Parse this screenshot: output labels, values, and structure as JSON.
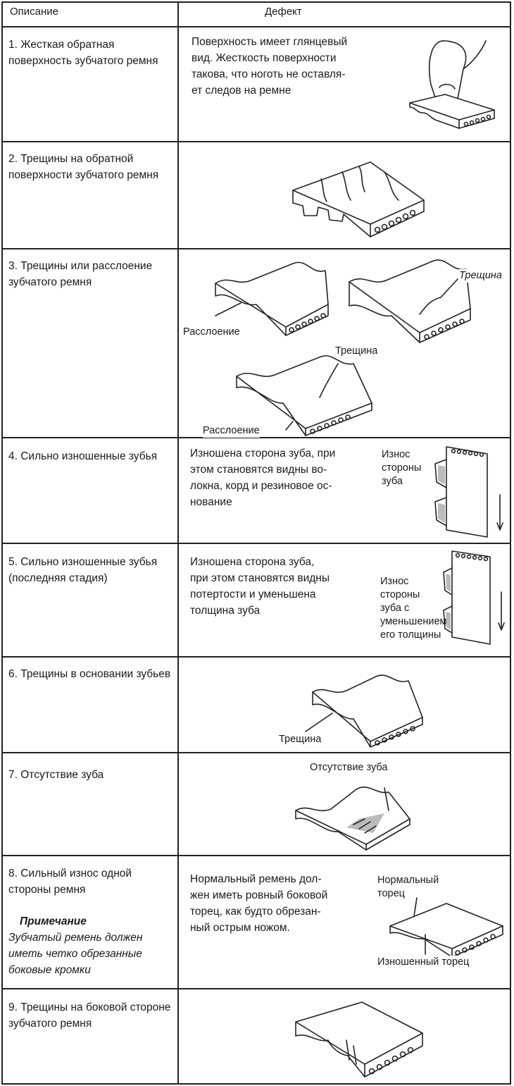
{
  "header": {
    "description": "Описание",
    "defect": "Дефект"
  },
  "rows": [
    {
      "description": "1. Жесткая обратная поверхность зубчатого ремня",
      "defect_lines": [
        "Поверхность имеет глянцевый",
        "вид. Жесткость поверхности",
        "такова, что ноготь не оставля-",
        "ет следов на ремне"
      ]
    },
    {
      "description": "2. Трещины на обратной поверхности зубчатого ремня"
    },
    {
      "description": "3. Трещины или расслоение зубчатого ремня",
      "labels": {
        "crack_1": "Трещина",
        "delam_1": "Расслоение",
        "crack_2": "Трещина",
        "delam_2": "Расслоение"
      }
    },
    {
      "description": "4. Сильно изношенные зубья",
      "defect_lines": [
        "Изношена сторона зуба, при",
        "этом становятся видны во-",
        "локна, корд и резиновое ос-",
        "нование"
      ],
      "side_label_lines": [
        "Износ",
        "стороны",
        "зуба"
      ]
    },
    {
      "description": "5. Сильно изношенные зубья (последняя стадия)",
      "defect_lines": [
        "Изношена сторона зуба,",
        "при этом становятся видны",
        "потертости и уменьшена",
        "толщина зуба"
      ],
      "side_label_lines": [
        "Износ",
        "стороны",
        "зуба с",
        "уменьшением",
        "его толщины"
      ]
    },
    {
      "description": "6. Трещины в основании зубьев",
      "labels": {
        "crack": "Трещина"
      }
    },
    {
      "description": "7. Отсутствие зуба",
      "labels": {
        "missing": "Отсутствие зуба"
      }
    },
    {
      "description": "8. Сильный износ одной стороны ремня",
      "note_title": "Примечание",
      "note_body": "Зубчатый ремень должен иметь четко обрезанные боковые кромки",
      "defect_lines": [
        "Нормальный ремень дол-",
        "жен иметь ровный боковой",
        "торец, как будто обрезан-",
        "ный острым ножом."
      ],
      "labels": {
        "normal_lines": [
          "Нормальный",
          "торец"
        ],
        "worn": "Изношенный торец"
      }
    },
    {
      "description": "9. Трещины на боковой стороне зубчатого ремня"
    }
  ]
}
